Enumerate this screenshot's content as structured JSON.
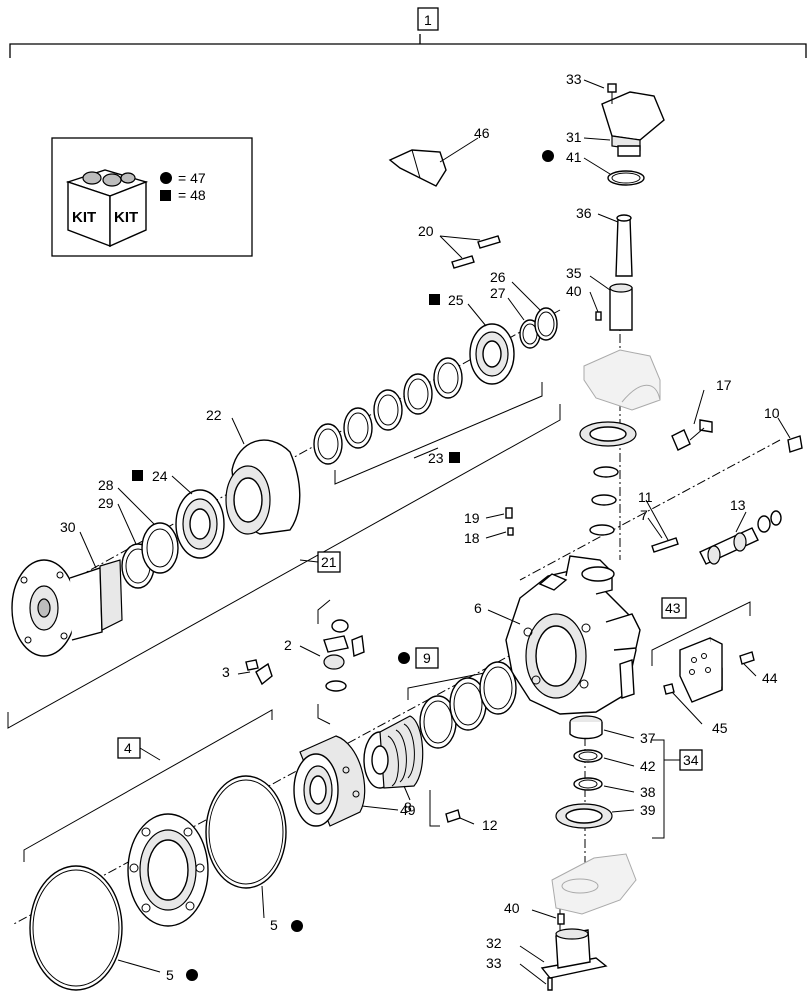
{
  "title_ref": "1",
  "legend": {
    "kit_word_1": "KIT",
    "kit_word_2": "KIT",
    "circle_eq": "= 47",
    "square_eq": "= 48"
  },
  "callouts": {
    "c2": "2",
    "c3": "3",
    "c5a": "5",
    "c5b": "5",
    "c6": "6",
    "c7": "7",
    "c8": "8",
    "c10": "10",
    "c11": "11",
    "c12": "12",
    "c13": "13",
    "c17": "17",
    "c18": "18",
    "c19": "19",
    "c20": "20",
    "c22": "22",
    "c23": "23",
    "c24": "24",
    "c25": "25",
    "c26": "26",
    "c27": "27",
    "c28": "28",
    "c29": "29",
    "c30": "30",
    "c31": "31",
    "c32": "32",
    "c33a": "33",
    "c33b": "33",
    "c35": "35",
    "c36": "36",
    "c37": "37",
    "c38": "38",
    "c39": "39",
    "c40a": "40",
    "c40b": "40",
    "c41": "41",
    "c42": "42",
    "c44": "44",
    "c45": "45",
    "c46": "46",
    "c49": "49"
  },
  "boxed_callouts": {
    "b4": "4",
    "b9": "9",
    "b21": "21",
    "b34": "34",
    "b43": "43"
  }
}
